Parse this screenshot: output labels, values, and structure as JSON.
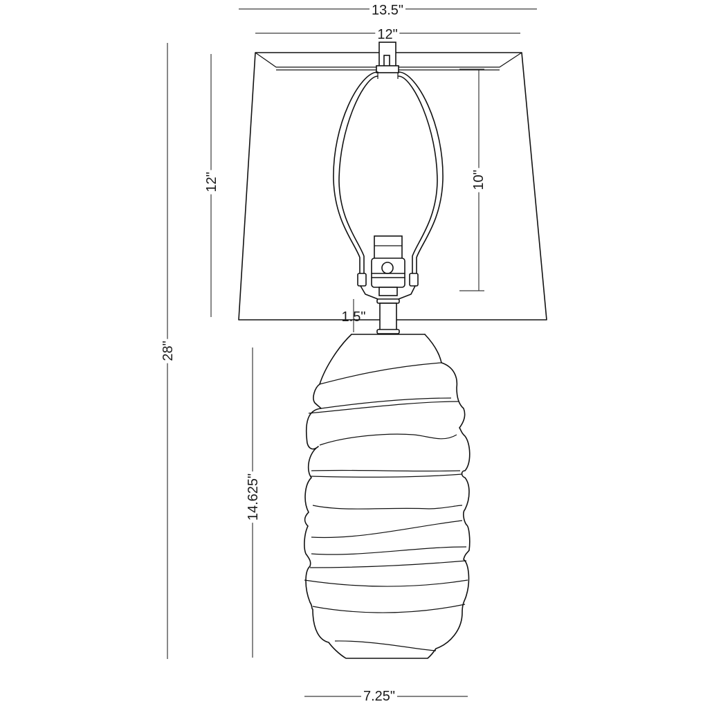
{
  "drawing": {
    "subject": "table lamp dimension drawing",
    "line_color": "#111111",
    "background": "#ffffff"
  },
  "dimensions": {
    "shade_top_width": "13.5\"",
    "shade_bottom_width": "12\"",
    "shade_height": "12\"",
    "overall_height": "28\"",
    "harp_height": "10\"",
    "neck_height": "1.5\"",
    "base_height": "14.625\"",
    "base_width": "7.25\""
  }
}
